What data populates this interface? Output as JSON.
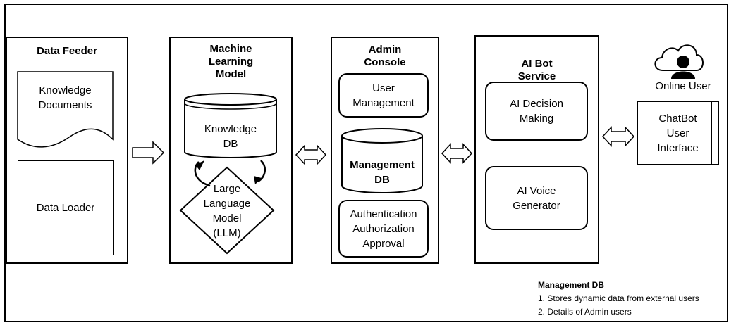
{
  "data_feeder": {
    "title": "Data Feeder",
    "knowledge_documents": "Knowledge\nDocuments",
    "data_loader": "Data Loader"
  },
  "ml_model": {
    "title": "Machine\nLearning\nModel",
    "knowledge_db": "Knowledge\nDB",
    "llm": "Large\nLanguage\nModel\n(LLM)"
  },
  "admin_console": {
    "title": "Admin\nConsole",
    "user_management": "User\nManagement",
    "management_db": "Management\nDB",
    "auth": "Authentication\nAuthorization\nApproval"
  },
  "ai_bot_service": {
    "title": "AI Bot\nService",
    "decision_making": "AI Decision\nMaking",
    "voice_generator": "AI Voice\nGenerator"
  },
  "online_user": {
    "label": "Online User",
    "chatbot_ui": "ChatBot\nUser\nInterface"
  },
  "notes": {
    "title": "Management DB",
    "items": [
      "1.  Stores dynamic data from external users",
      "2.  Details of Admin users"
    ]
  }
}
